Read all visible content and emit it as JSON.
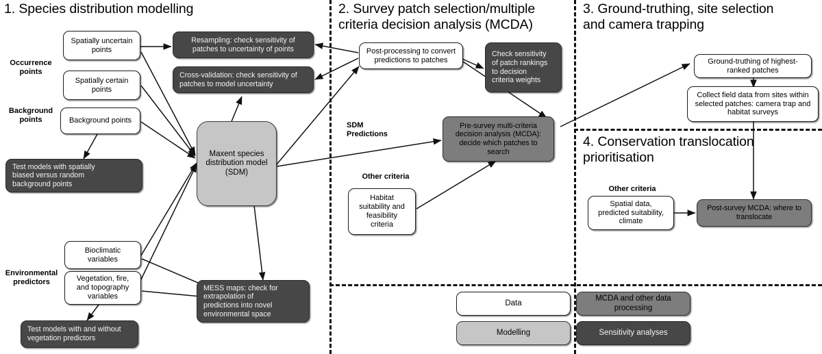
{
  "figure": {
    "title_absent": true,
    "palette": {
      "data": "#ffffff",
      "modelling": "#c6c6c6",
      "mcda": "#7d7d7d",
      "sensitivity": "#474747",
      "line": "#111111",
      "text_dark": "#000000",
      "text_light": "#f2f2f2"
    }
  },
  "sections": [
    {
      "id": "s1",
      "number": "1.",
      "title": "1. Species distribution modelling"
    },
    {
      "id": "s2",
      "number": "2.",
      "title": "2. Survey patch selection/multiple\ncriteria decision analysis (MCDA)"
    },
    {
      "id": "s3",
      "number": "3.",
      "title": "3. Ground-truthing, site selection\nand camera trapping"
    },
    {
      "id": "s4",
      "number": "4.",
      "title": "4. Conservation translocation\nprioritisation"
    }
  ],
  "group_labels": [
    {
      "id": "occurrence",
      "text": "Occurrence\npoints"
    },
    {
      "id": "background",
      "text": "Background\npoints"
    },
    {
      "id": "environmental",
      "text": "Environmental\npredictors"
    },
    {
      "id": "sdm_predictions",
      "text": "SDM\nPredictions"
    },
    {
      "id": "other_criteria_2",
      "text": "Other criteria"
    },
    {
      "id": "other_criteria_4",
      "text": "Other criteria"
    }
  ],
  "nodes": [
    {
      "id": "spatially_uncertain",
      "label": "Spatially uncertain\npoints",
      "type": "data",
      "section": 1
    },
    {
      "id": "spatially_certain",
      "label": "Spatially certain\npoints",
      "type": "data",
      "section": 1
    },
    {
      "id": "background_points",
      "label": "Background points",
      "type": "data",
      "section": 1
    },
    {
      "id": "resampling",
      "label": "Resampling:  check sensitivity of\npatches to uncertainty of points",
      "type": "sensitivity",
      "section": 1
    },
    {
      "id": "cross_validation",
      "label": "Cross-validation:  check sensitivity of\npatches to model uncertainty",
      "type": "sensitivity",
      "section": 1
    },
    {
      "id": "test_bias",
      "label": "Test models with spatially\nbiased versus random\nbackground points",
      "type": "sensitivity",
      "section": 1
    },
    {
      "id": "maxent_sdm",
      "label": "Maxent species\ndistribution model\n(SDM)",
      "type": "modelling",
      "section": 1
    },
    {
      "id": "bioclimatic",
      "label": "Bioclimatic\nvariables",
      "type": "data",
      "section": 1
    },
    {
      "id": "vegetation",
      "label": "Vegetation, fire,\nand topography\nvariables",
      "type": "data",
      "section": 1
    },
    {
      "id": "test_vegetation",
      "label": "Test models with and without\nvegetation  predictors",
      "type": "sensitivity",
      "section": 1
    },
    {
      "id": "mess_maps",
      "label": "MESS maps: check for\nextrapolation of\npredictions into novel\nenvironmental  space",
      "type": "sensitivity",
      "section": 1
    },
    {
      "id": "post_processing",
      "label": "Post-processing to convert\npredictions  to patches",
      "type": "data",
      "section": 2
    },
    {
      "id": "check_sensitivity_rankings",
      "label": "Check sensitivity\nof patch rankings\nto decision\ncriteria weights",
      "type": "sensitivity",
      "section": 2
    },
    {
      "id": "pre_survey_mcda",
      "label": "Pre-survey  multi-criteria\ndecision analysis (MCDA):\ndecide which patches to\nsearch",
      "type": "mcda",
      "section": 2
    },
    {
      "id": "habitat_suitability",
      "label": "Habitat\nsuitability and\nfeasibility\ncriteria",
      "type": "data",
      "section": 2
    },
    {
      "id": "ground_truthing",
      "label": "Ground-truthing  of highest-\nranked  patches",
      "type": "data",
      "section": 3
    },
    {
      "id": "collect_field_data",
      "label": "Collect field data from sites within\nselected patches: camera trap and\nhabitat surveys",
      "type": "data",
      "section": 3
    },
    {
      "id": "spatial_data",
      "label": "Spatial data,\npredicted suitability,\nclimate",
      "type": "data",
      "section": 4
    },
    {
      "id": "post_survey_mcda",
      "label": "Post-survey  MCDA: where  to\ntranslocate",
      "type": "mcda",
      "section": 4
    }
  ],
  "legend": [
    {
      "id": "legend_data",
      "label": "Data",
      "type": "data"
    },
    {
      "id": "legend_mcda",
      "label": "MCDA and other data\nprocessing",
      "type": "mcda"
    },
    {
      "id": "legend_modelling",
      "label": "Modelling",
      "type": "modelling"
    },
    {
      "id": "legend_sensitivity",
      "label": "Sensitivity analyses",
      "type": "sensitivity"
    }
  ]
}
